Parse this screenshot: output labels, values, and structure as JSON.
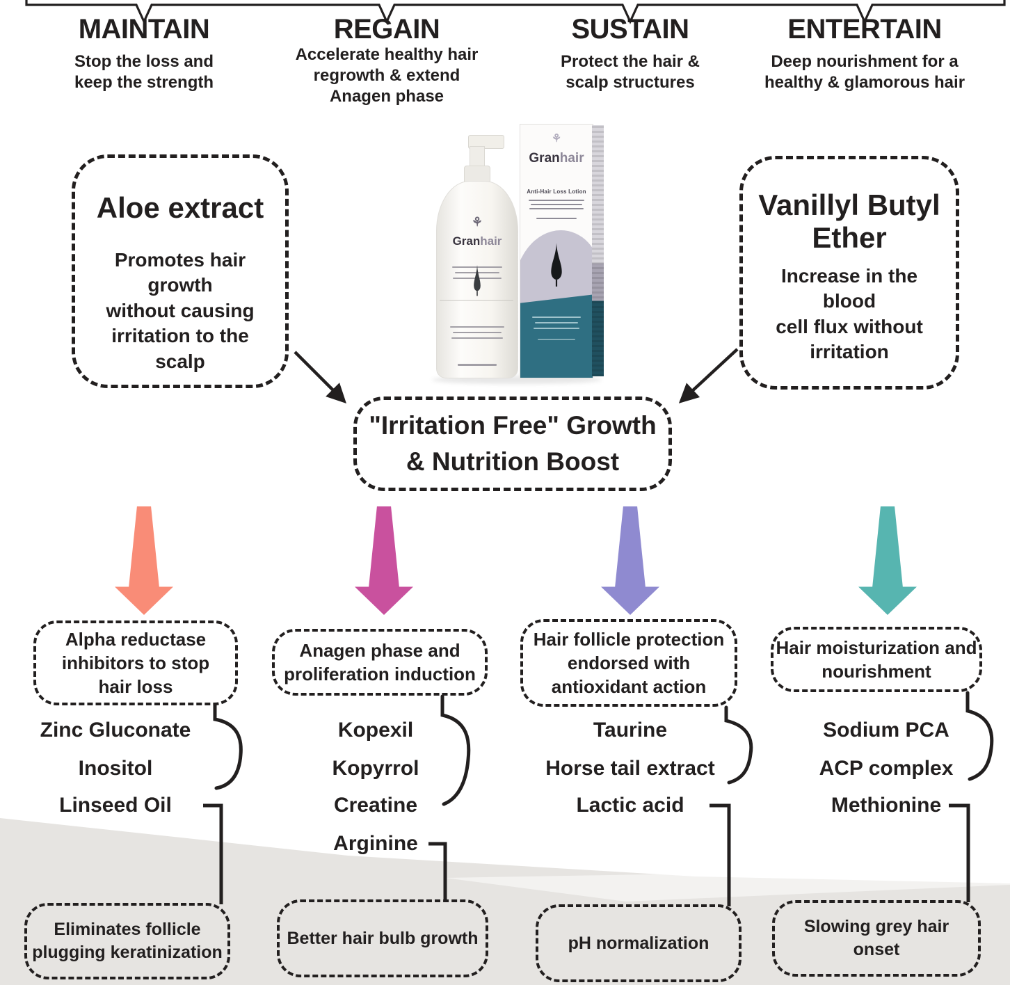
{
  "palette": {
    "ink": "#221F1F",
    "wedge": "#E6E4E1",
    "arrow_colors": {
      "maintain": "#F98C77",
      "regain": "#C9519E",
      "sustain": "#8F8AD0",
      "entertain": "#57B5B0"
    },
    "box_lavender": "#C7C4D2",
    "box_teal": "#2F6F82"
  },
  "pillars": [
    {
      "title": "MAINTAIN",
      "subtitle": "Stop the loss and\nkeep the strength",
      "mechanism": "Alpha reductase\ninhibitors to stop\nhair loss",
      "ingredients": [
        "Zinc Gluconate",
        "Inositol",
        "Linseed Oil"
      ],
      "outcome": "Eliminates follicle\nplugging keratinization"
    },
    {
      "title": "REGAIN",
      "subtitle": "Accelerate healthy hair\nregrowth & extend\nAnagen phase",
      "mechanism": "Anagen phase and\nproliferation induction",
      "ingredients": [
        "Kopexil",
        "Kopyrrol",
        "Creatine",
        "Arginine"
      ],
      "outcome": "Better hair bulb growth"
    },
    {
      "title": "SUSTAIN",
      "subtitle": "Protect the hair &\nscalp structures",
      "mechanism": "Hair follicle protection\nendorsed with\nantioxidant action",
      "ingredients": [
        "Taurine",
        "Horse tail extract",
        "Lactic acid"
      ],
      "outcome": "pH normalization"
    },
    {
      "title": "ENTERTAIN",
      "subtitle": "Deep nourishment for a\nhealthy & glamorous hair",
      "mechanism": "Hair moisturization and\nnourishment",
      "ingredients": [
        "Sodium PCA",
        "ACP complex",
        "Methionine"
      ],
      "outcome": "Slowing grey hair\nonset"
    }
  ],
  "features": {
    "aloe": {
      "title": "Aloe extract",
      "body": "Promotes hair growth\nwithout causing\nirritation to the scalp"
    },
    "vanillyl": {
      "title": "Vanillyl Butyl\nEther",
      "body": "Increase in the blood\ncell flux without\nirritation"
    },
    "center": {
      "text": "\"Irritation Free\" Growth\n& Nutrition Boost"
    }
  },
  "product": {
    "brand_prefix": "Gran",
    "brand_suffix": "hair",
    "label": "Anti-Hair Loss Lotion"
  }
}
